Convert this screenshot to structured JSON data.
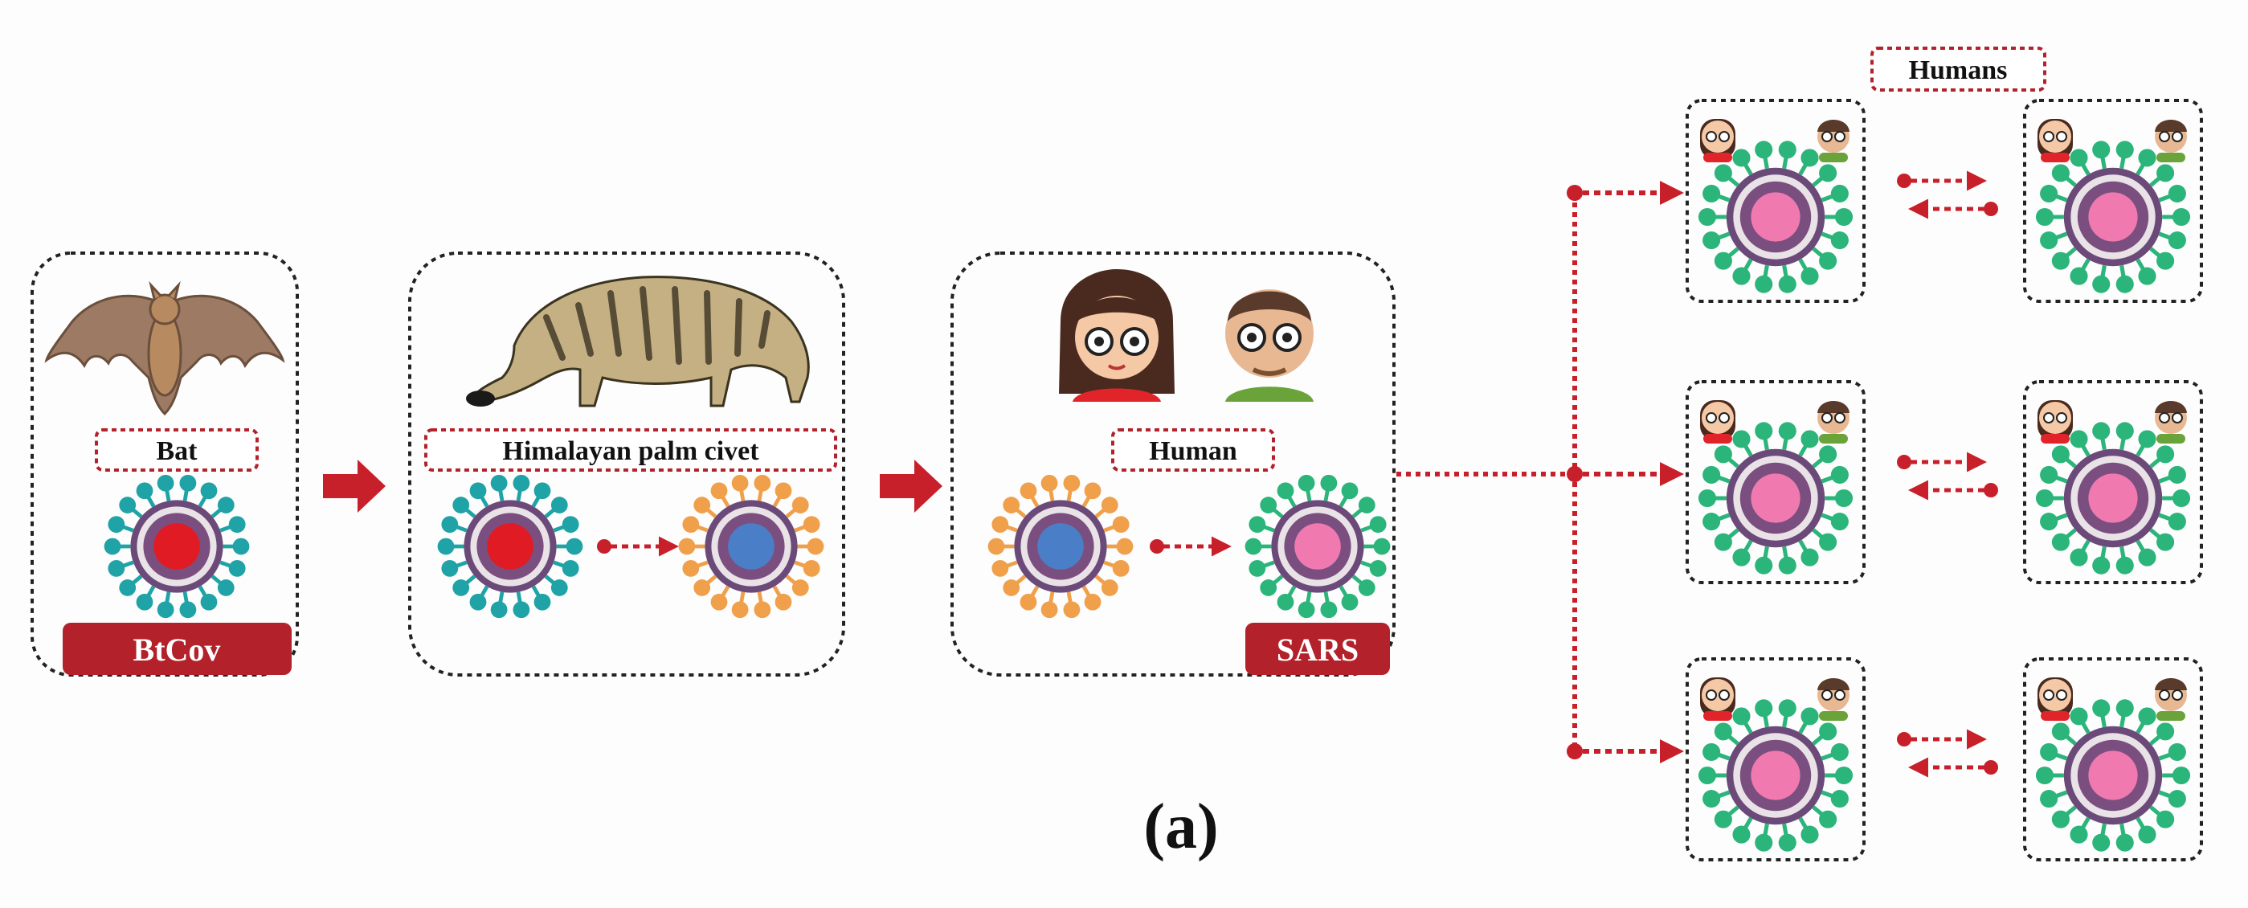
{
  "labels": {
    "bat": "Bat",
    "civet": "Himalayan palm civet",
    "human": "Human",
    "humans": "Humans",
    "btcov": "BtCov",
    "sars": "SARS",
    "panel": "(a)"
  },
  "colors": {
    "accent": "#b3222a",
    "virus_red_core": "#e01b24",
    "virus_blue_core": "#4a7fc8",
    "virus_pink_core": "#f07ab0",
    "spike_teal": "#1fa3a6",
    "spike_orange": "#f0a04b",
    "spike_green": "#2bb57a"
  },
  "icons": [
    "bat-icon",
    "civet-icon",
    "woman-avatar-icon",
    "man-avatar-icon",
    "virus-icon"
  ]
}
